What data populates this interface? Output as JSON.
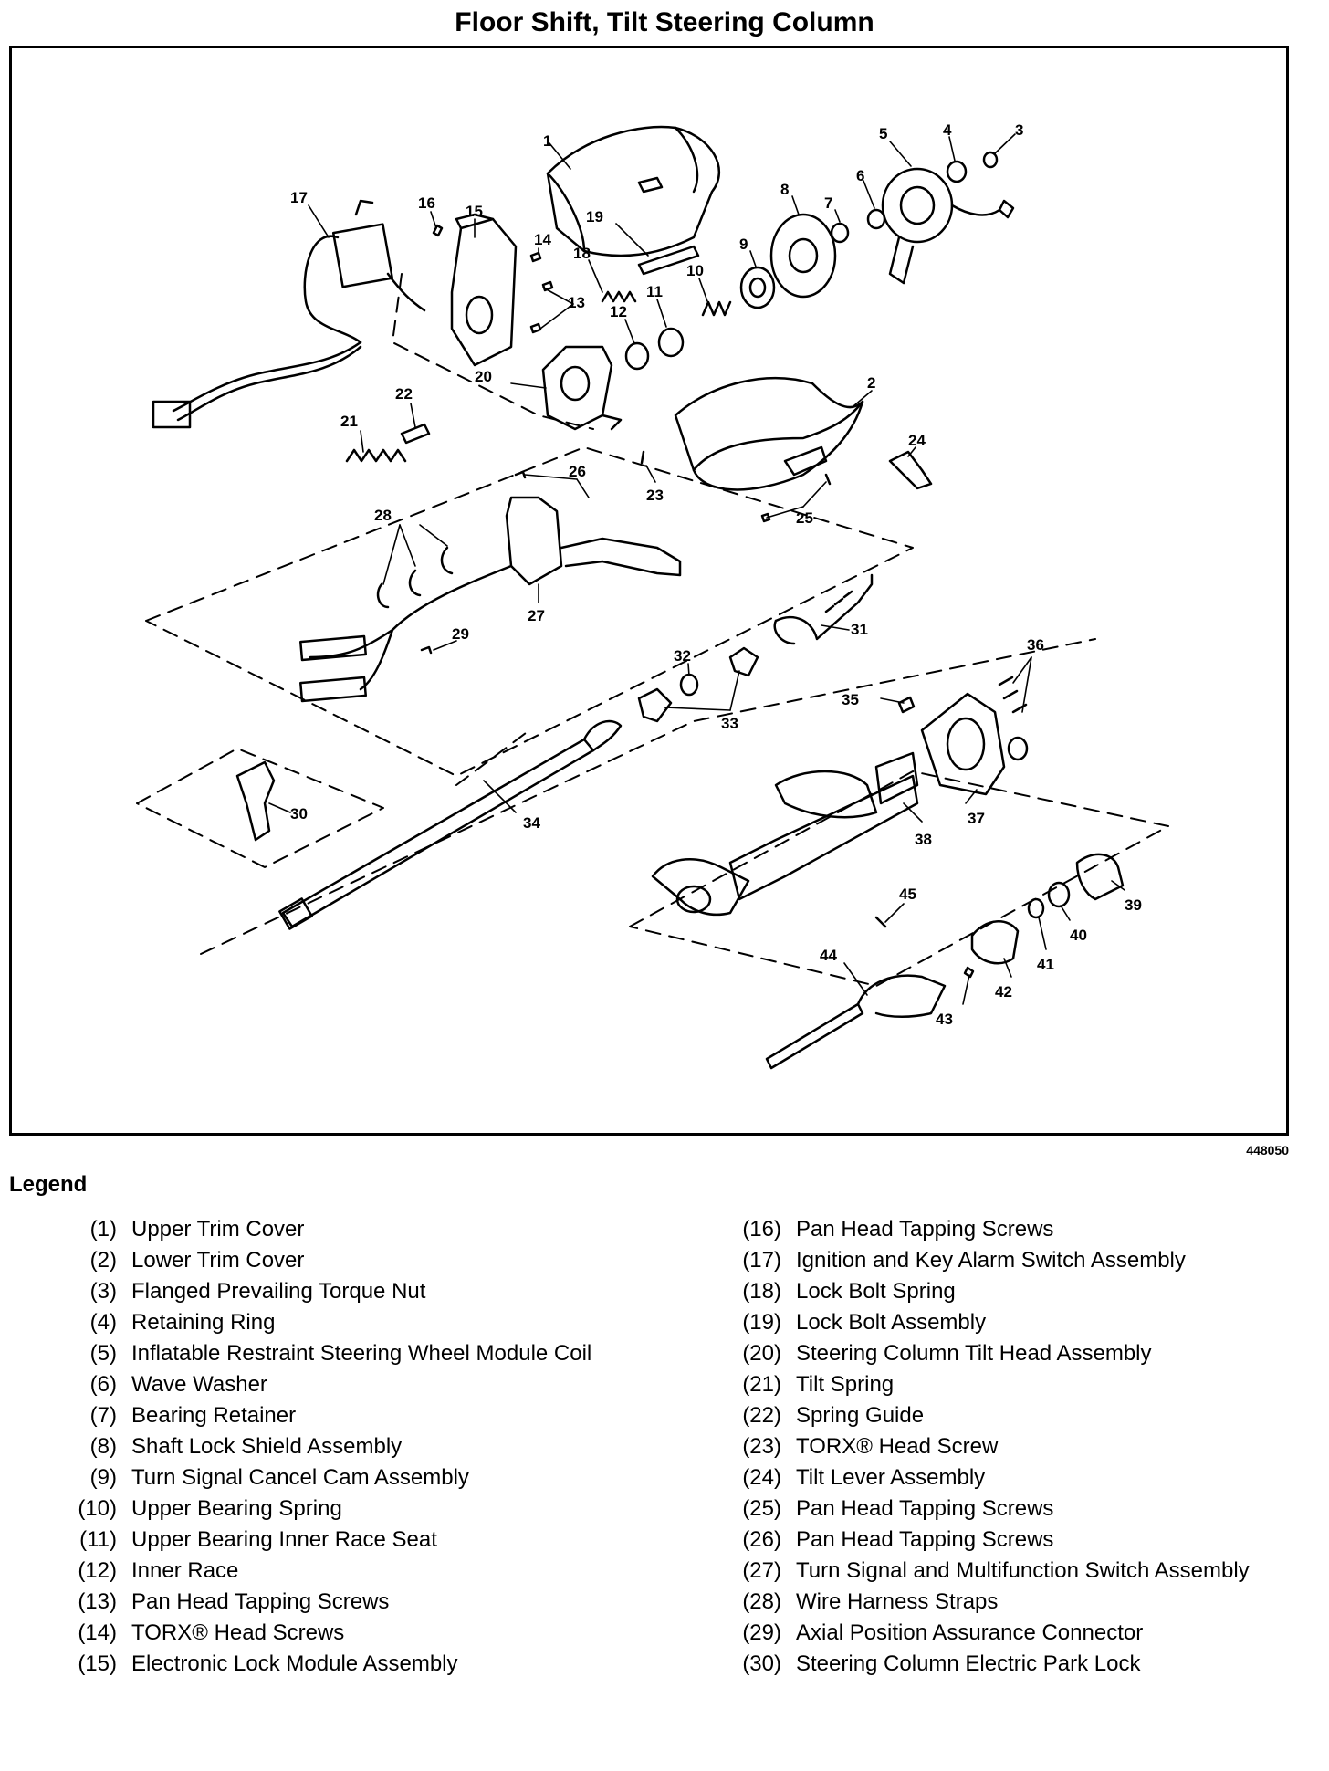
{
  "title": "Floor Shift, Tilt Steering Column",
  "figure_id": "448050",
  "legend_title": "Legend",
  "callouts": [
    "1",
    "2",
    "3",
    "4",
    "5",
    "6",
    "7",
    "8",
    "9",
    "10",
    "11",
    "12",
    "13",
    "14",
    "15",
    "16",
    "17",
    "18",
    "19",
    "20",
    "21",
    "22",
    "23",
    "24",
    "25",
    "26",
    "27",
    "28",
    "29",
    "30",
    "31",
    "32",
    "33",
    "34",
    "35",
    "36",
    "37",
    "38",
    "39",
    "40",
    "41",
    "42",
    "43",
    "44",
    "45"
  ],
  "legend_left": [
    {
      "num": "(1)",
      "label": "Upper Trim Cover"
    },
    {
      "num": "(2)",
      "label": "Lower Trim Cover"
    },
    {
      "num": "(3)",
      "label": "Flanged Prevailing Torque Nut"
    },
    {
      "num": "(4)",
      "label": "Retaining Ring"
    },
    {
      "num": "(5)",
      "label": "Inflatable Restraint Steering Wheel Module Coil"
    },
    {
      "num": "(6)",
      "label": "Wave Washer"
    },
    {
      "num": "(7)",
      "label": "Bearing Retainer"
    },
    {
      "num": "(8)",
      "label": "Shaft Lock Shield Assembly"
    },
    {
      "num": "(9)",
      "label": "Turn Signal Cancel Cam Assembly"
    },
    {
      "num": "(10)",
      "label": "Upper Bearing Spring"
    },
    {
      "num": "(11)",
      "label": "Upper Bearing Inner Race Seat"
    },
    {
      "num": "(12)",
      "label": "Inner Race"
    },
    {
      "num": "(13)",
      "label": "Pan Head Tapping Screws"
    },
    {
      "num": "(14)",
      "label": "TORX® Head Screws"
    },
    {
      "num": "(15)",
      "label": "Electronic Lock Module Assembly"
    }
  ],
  "legend_right": [
    {
      "num": "(16)",
      "label": "Pan Head Tapping Screws"
    },
    {
      "num": "(17)",
      "label": "Ignition and Key Alarm Switch Assembly"
    },
    {
      "num": "(18)",
      "label": "Lock Bolt Spring"
    },
    {
      "num": "(19)",
      "label": "Lock Bolt Assembly"
    },
    {
      "num": "(20)",
      "label": "Steering Column Tilt Head Assembly"
    },
    {
      "num": "(21)",
      "label": "Tilt Spring"
    },
    {
      "num": "(22)",
      "label": "Spring Guide"
    },
    {
      "num": "(23)",
      "label": "TORX® Head Screw"
    },
    {
      "num": "(24)",
      "label": "Tilt Lever Assembly"
    },
    {
      "num": "(25)",
      "label": "Pan Head Tapping Screws"
    },
    {
      "num": "(26)",
      "label": "Pan Head Tapping Screws"
    },
    {
      "num": "(27)",
      "label": "Turn Signal and Multifunction Switch Assembly"
    },
    {
      "num": "(28)",
      "label": "Wire Harness Straps"
    },
    {
      "num": "(29)",
      "label": "Axial Position Assurance Connector"
    },
    {
      "num": "(30)",
      "label": "Steering Column Electric Park Lock"
    }
  ]
}
